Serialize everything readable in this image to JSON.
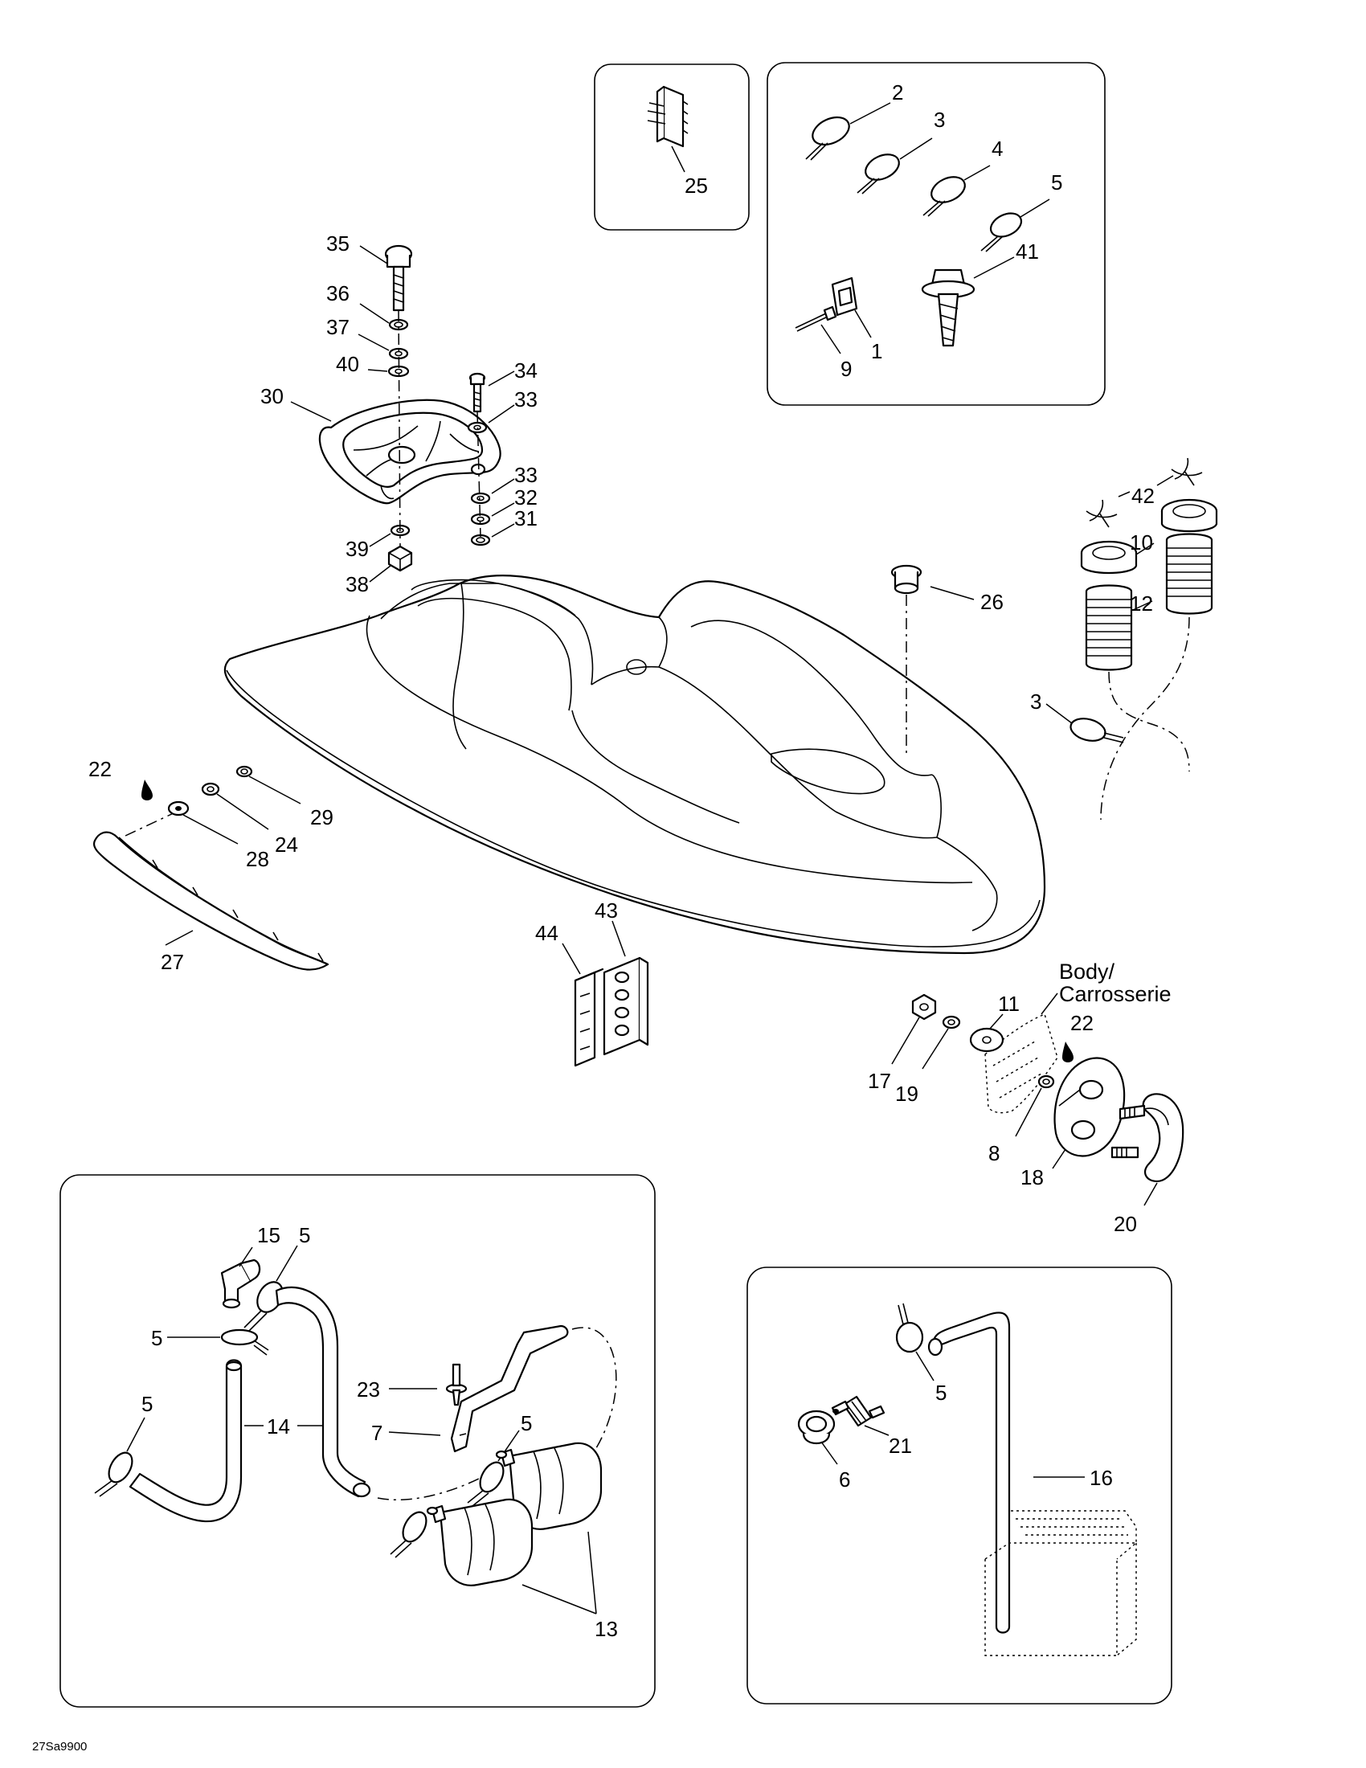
{
  "callouts": [
    {
      "id": "25",
      "text": "25"
    },
    {
      "id": "2",
      "text": "2"
    },
    {
      "id": "3a",
      "text": "3"
    },
    {
      "id": "4",
      "text": "4"
    },
    {
      "id": "5a",
      "text": "5"
    },
    {
      "id": "41",
      "text": "41"
    },
    {
      "id": "1",
      "text": "1"
    },
    {
      "id": "9",
      "text": "9"
    },
    {
      "id": "35",
      "text": "35"
    },
    {
      "id": "36",
      "text": "36"
    },
    {
      "id": "37",
      "text": "37"
    },
    {
      "id": "40",
      "text": "40"
    },
    {
      "id": "34",
      "text": "34"
    },
    {
      "id": "33a",
      "text": "33"
    },
    {
      "id": "30",
      "text": "30"
    },
    {
      "id": "33b",
      "text": "33"
    },
    {
      "id": "32",
      "text": "32"
    },
    {
      "id": "31",
      "text": "31"
    },
    {
      "id": "39",
      "text": "39"
    },
    {
      "id": "38",
      "text": "38"
    },
    {
      "id": "26",
      "text": "26"
    },
    {
      "id": "42",
      "text": "42"
    },
    {
      "id": "10",
      "text": "10"
    },
    {
      "id": "12",
      "text": "12"
    },
    {
      "id": "3b",
      "text": "3"
    },
    {
      "id": "22a",
      "text": "22"
    },
    {
      "id": "29",
      "text": "29"
    },
    {
      "id": "24",
      "text": "24"
    },
    {
      "id": "28",
      "text": "28"
    },
    {
      "id": "27",
      "text": "27"
    },
    {
      "id": "43",
      "text": "43"
    },
    {
      "id": "44",
      "text": "44"
    },
    {
      "id": "11",
      "text": "11"
    },
    {
      "id": "22b",
      "text": "22"
    },
    {
      "id": "17",
      "text": "17"
    },
    {
      "id": "19",
      "text": "19"
    },
    {
      "id": "8",
      "text": "8"
    },
    {
      "id": "18",
      "text": "18"
    },
    {
      "id": "20",
      "text": "20"
    },
    {
      "id": "15",
      "text": "15"
    },
    {
      "id": "5b",
      "text": "5"
    },
    {
      "id": "5c",
      "text": "5"
    },
    {
      "id": "5d",
      "text": "5"
    },
    {
      "id": "14",
      "text": "14"
    },
    {
      "id": "23",
      "text": "23"
    },
    {
      "id": "7",
      "text": "7"
    },
    {
      "id": "5e",
      "text": "5"
    },
    {
      "id": "13",
      "text": "13"
    },
    {
      "id": "5f",
      "text": "5"
    },
    {
      "id": "21",
      "text": "21"
    },
    {
      "id": "6",
      "text": "6"
    },
    {
      "id": "16",
      "text": "16"
    }
  ],
  "body_label": {
    "line1": "Body/",
    "line2": "Carrosserie"
  },
  "figure_code": "27Sa9900"
}
